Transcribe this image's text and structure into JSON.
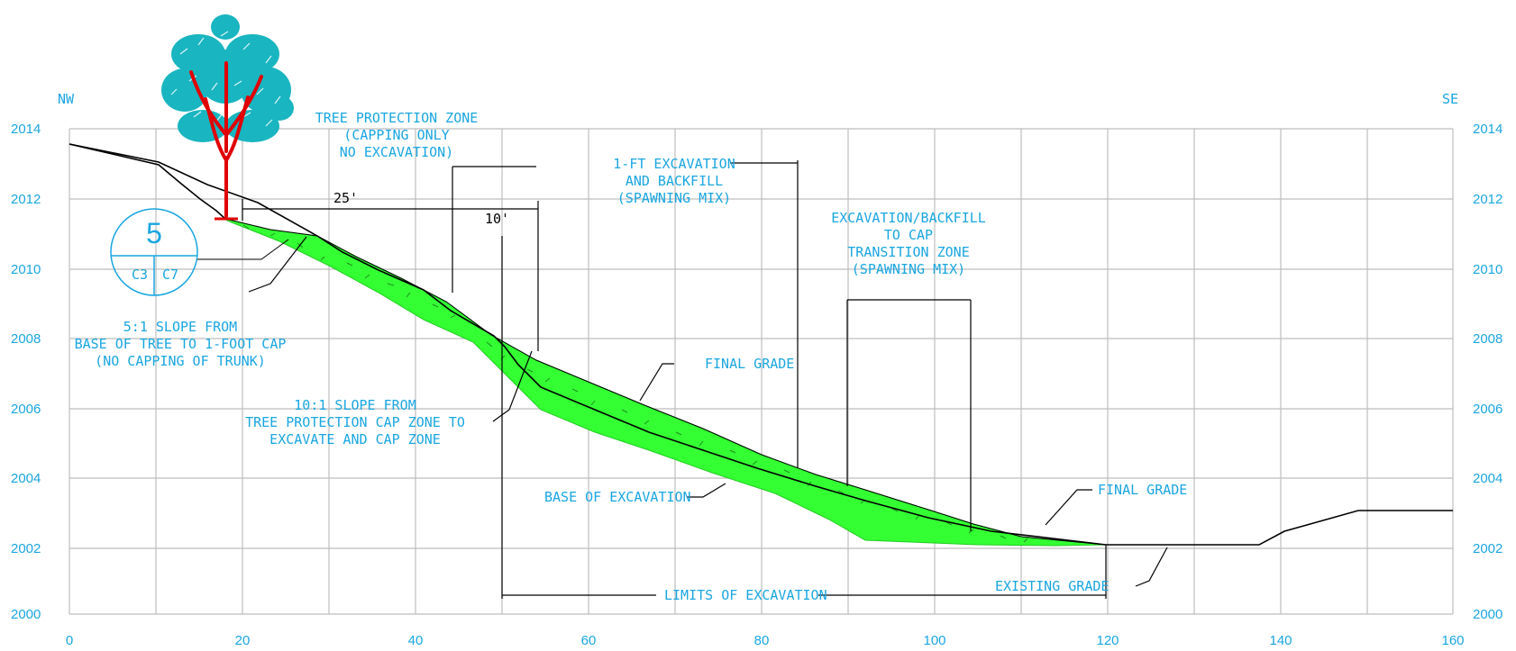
{
  "directions": {
    "left": "NW",
    "right": "SE"
  },
  "elev_ticks": [
    "2014",
    "2012",
    "2010",
    "2008",
    "2006",
    "2004",
    "2002",
    "2000"
  ],
  "station_ticks": [
    "0",
    "20",
    "40",
    "60",
    "80",
    "100",
    "120",
    "140",
    "160"
  ],
  "callout": {
    "number": "5",
    "sheet_left": "C3",
    "sheet_right": "C7"
  },
  "labels": {
    "tpz": [
      "TREE PROTECTION ZONE",
      "(CAPPING ONLY",
      "NO EXCAVATION)"
    ],
    "excav_1ft": [
      "1-FT EXCAVATION",
      "AND BACKFILL",
      "(SPAWNING MIX)"
    ],
    "transition": [
      "EXCAVATION/BACKFILL",
      "TO CAP",
      "TRANSITION ZONE",
      "(SPAWNING MIX)"
    ],
    "slope5": [
      "5:1 SLOPE FROM",
      "BASE OF TREE TO 1-FOOT CAP",
      "(NO CAPPING OF TRUNK)"
    ],
    "slope10": [
      "10:1 SLOPE FROM",
      "TREE PROTECTION CAP ZONE TO",
      "EXCAVATE AND CAP ZONE"
    ],
    "final_grade_1": "FINAL GRADE",
    "final_grade_2": "FINAL GRADE",
    "base_excavation": "BASE OF EXCAVATION",
    "limits": "LIMITS OF EXCAVATION",
    "existing_grade": "EXISTING GRADE",
    "dim_25": "25'",
    "dim_10": "10'"
  },
  "colors": {
    "grid": "#bdbdbd",
    "text": "#1aa6e0",
    "fill": "#33ff33",
    "tree_trunk": "#e00000",
    "tree_canopy": "#19b5c0"
  }
}
